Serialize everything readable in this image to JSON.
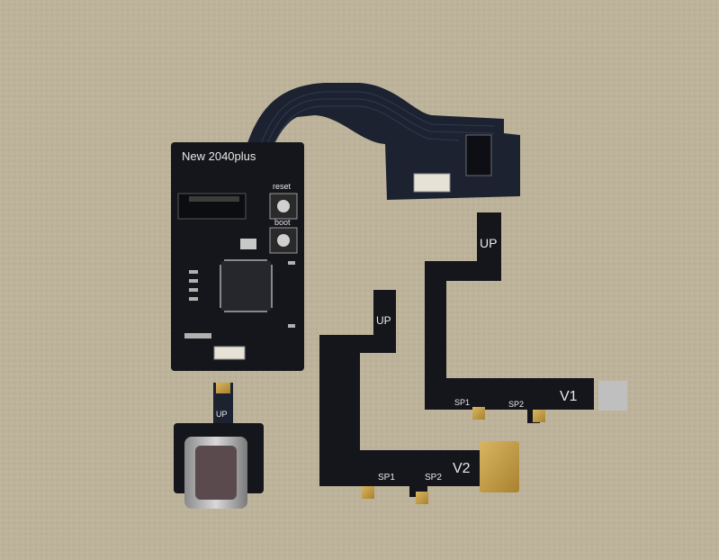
{
  "board": {
    "title": "New 2040plus",
    "reset_label": "reset",
    "boot_label": "boot"
  },
  "usb_flex": {
    "up_label": "UP"
  },
  "flex_v1": {
    "up_label": "UP",
    "version_label": "V1",
    "sp1_label": "SP1",
    "sp2_label": "SP2"
  },
  "flex_v2": {
    "up_label": "UP",
    "version_label": "V2",
    "sp1_label": "SP1",
    "sp2_label": "SP2"
  },
  "colors": {
    "background": "#bdb39b",
    "pcb": "#14161b",
    "ribbon": "#1c2230",
    "gold": "#c9a24a",
    "silver": "#c8c8c8",
    "silkscreen": "#e8e8e8"
  }
}
